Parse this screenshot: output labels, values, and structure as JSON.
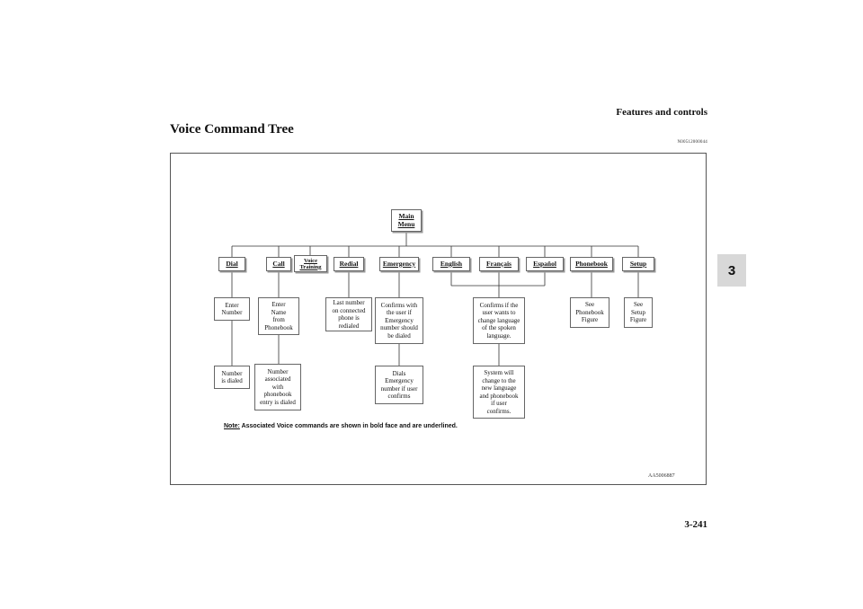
{
  "header": {
    "title": "Features and controls",
    "page_number": "3-241"
  },
  "section": {
    "title": "Voice Command Tree",
    "code": "N00512000044"
  },
  "chapter_tab": "3",
  "diagram": {
    "root": "Main\nMenu",
    "commands": [
      "Dial",
      "Call",
      "Voice\nTraining",
      "Redial",
      "Emergency",
      "English",
      "Français",
      "Español",
      "Phonebook",
      "Setup"
    ],
    "results": {
      "dial_1": "Enter\nNumber",
      "dial_2": "Number\nis dialed",
      "call_1": "Enter\nName\nfrom\nPhonebook",
      "call_2": "Number\nassociated\nwith\nphonebook\nentry is dialed",
      "redial_1": "Last number\non connected\nphone is\nredialed",
      "emergency_1": "Confirms with\nthe user if\nEmergency\nnumber should\nbe dialed",
      "emergency_2": "Dials\nEmergency\nnumber  if user\nconfirms",
      "language_1": "Confirms if the\nuser wants to\nchange language\nof the spoken\nlanguage.",
      "language_2": "System will\nchange to the\nnew language\nand phonebook\nif user\nconfirms.",
      "phonebook_1": "See\nPhonebook\nFigure",
      "setup_1": "See\nSetup\nFigure"
    },
    "note_label": "Note:",
    "note_text": " Associated Voice commands are shown in bold face and are underlined.",
    "image_code": "AA5006887"
  }
}
